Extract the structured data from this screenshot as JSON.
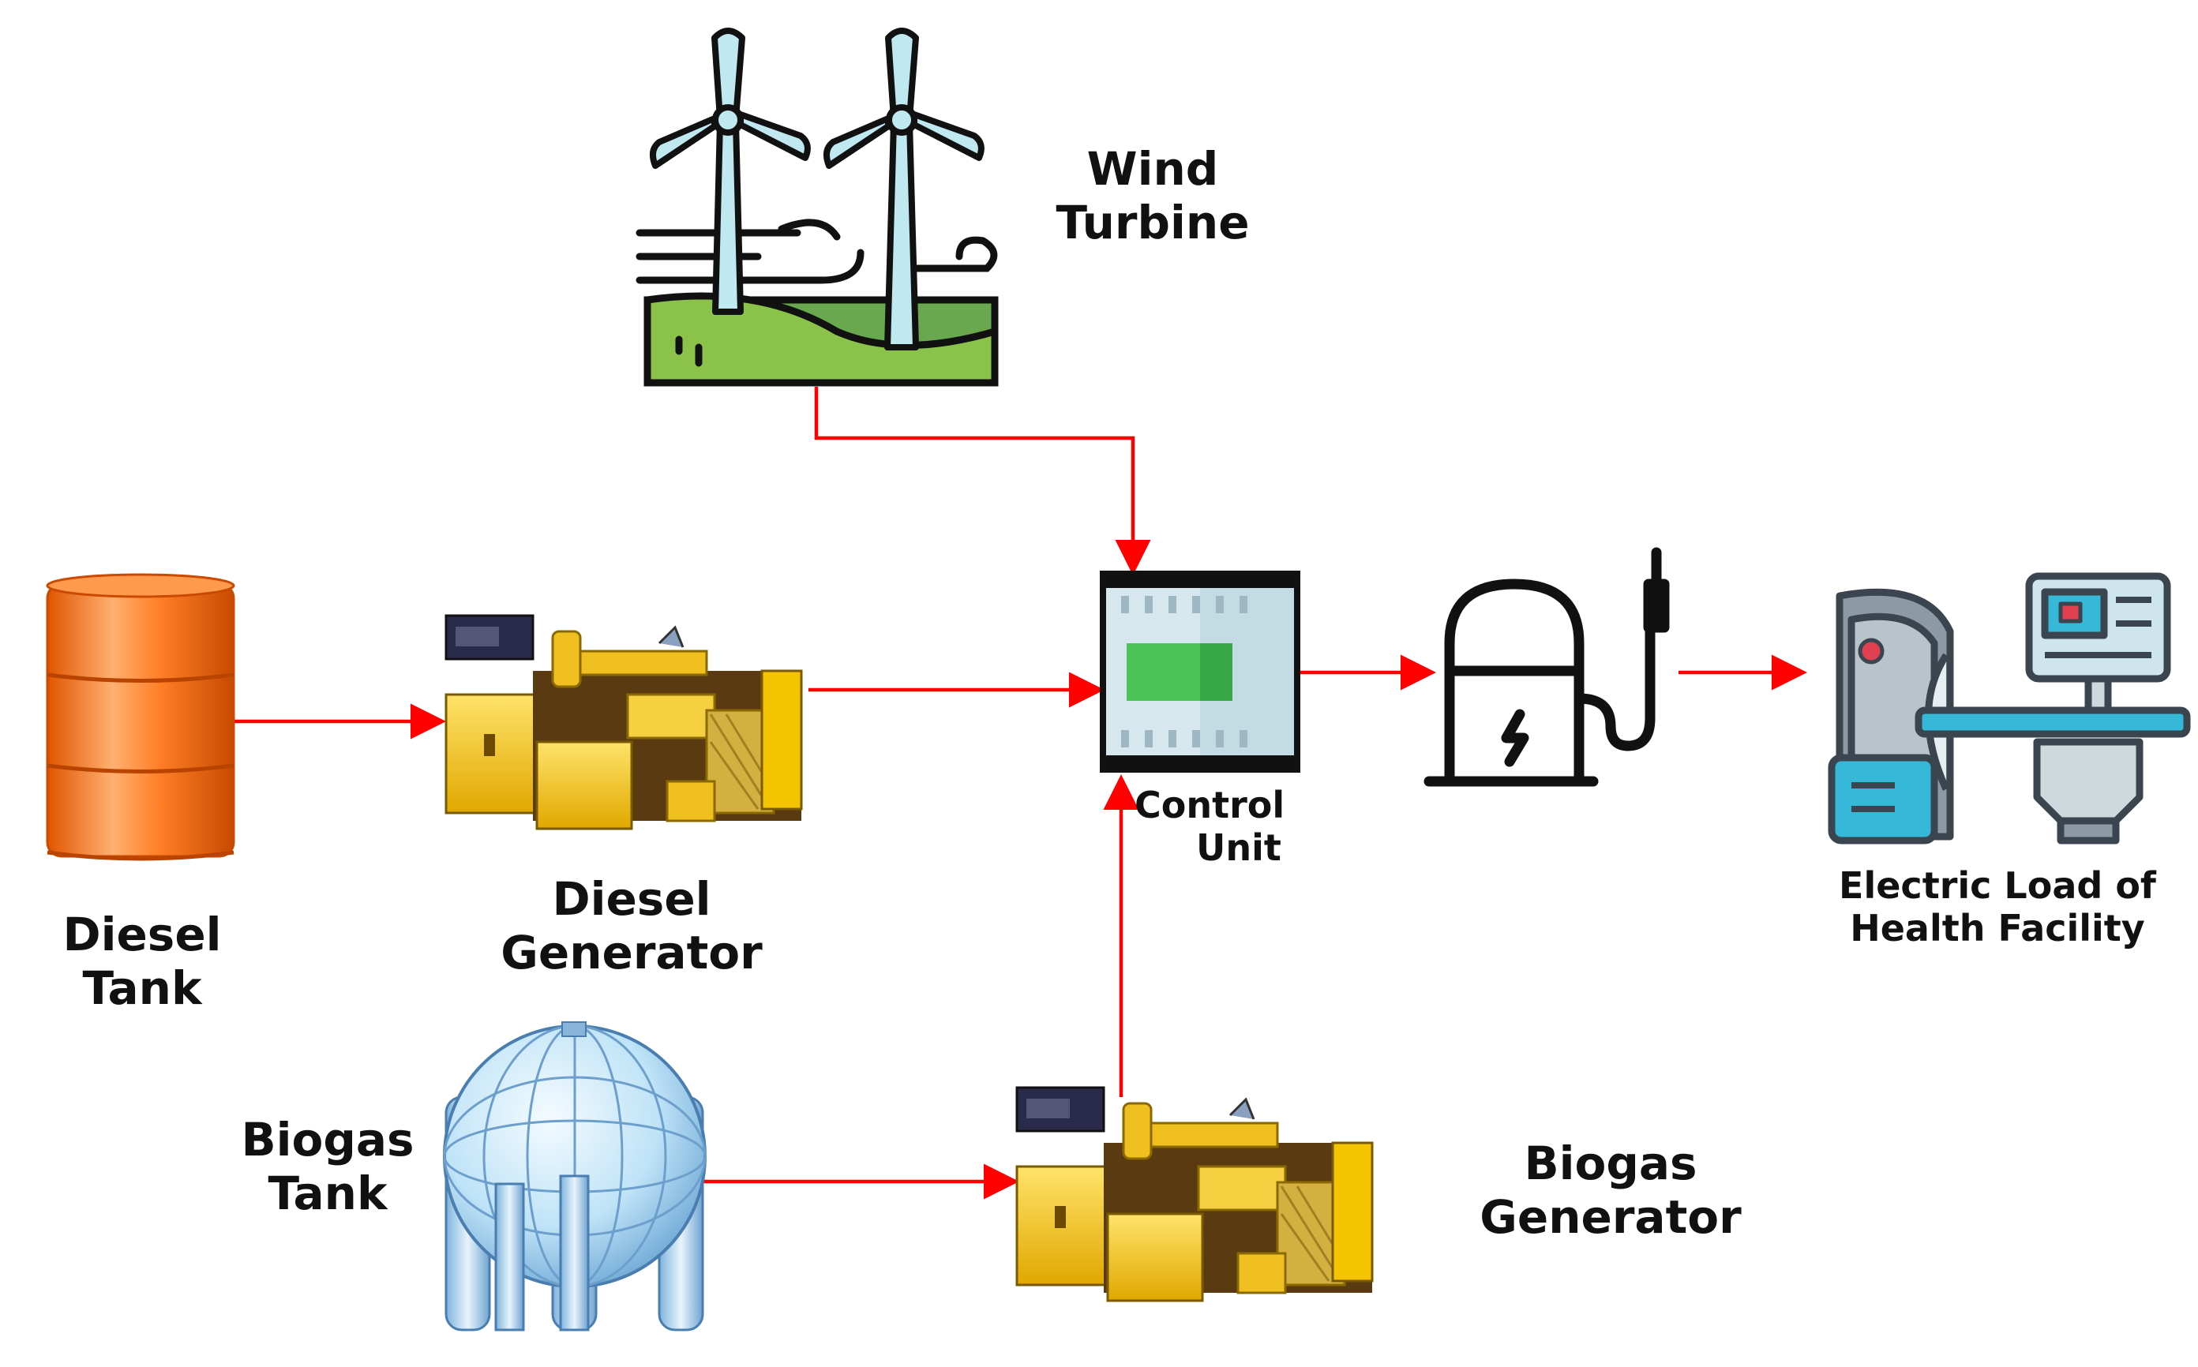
{
  "labels": {
    "wind_turbine": [
      "Wind",
      "Turbine"
    ],
    "diesel_tank": [
      "Diesel",
      "Tank"
    ],
    "diesel_generator": [
      "Diesel",
      "Generator"
    ],
    "control_unit": [
      "Control",
      "Unit"
    ],
    "electric_load": [
      "Electric Load of",
      "Health Facility"
    ],
    "biogas_tank": [
      "Biogas",
      "Tank"
    ],
    "biogas_generator": [
      "Biogas",
      "Generator"
    ]
  },
  "colors": {
    "arrow": "#ff0000",
    "turbine": "#bfe8f0",
    "hill_light": "#8bc34a",
    "hill_dark": "#6aa84f",
    "barrel": "#ff7f27",
    "generator_body": "#f5c400",
    "generator_dark": "#5a3a10",
    "sphere": "#bfe3f7",
    "control_green": "#4cc45a",
    "mri_blue": "#36b9d9",
    "outline": "#111111"
  },
  "icons": [
    "wind-turbine-icon",
    "oil-barrel-icon",
    "generator-icon",
    "control-unit-icon",
    "charging-station-icon",
    "mri-scanner-icon",
    "gas-sphere-tank-icon"
  ]
}
